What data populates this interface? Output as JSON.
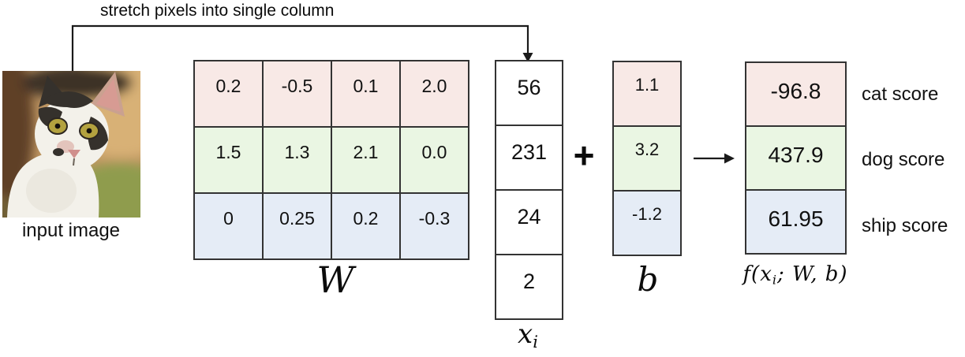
{
  "colors": {
    "pink": "#f8e9e6",
    "green": "#eaf6e3",
    "blue": "#e5ecf6"
  },
  "stretch_label": "stretch pixels into single column",
  "input_image_label": "input image",
  "weight_matrix": {
    "label": "W",
    "rows": [
      {
        "values": [
          "0.2",
          "-0.5",
          "0.1",
          "2.0"
        ]
      },
      {
        "values": [
          "1.5",
          "1.3",
          "2.1",
          "0.0"
        ]
      },
      {
        "values": [
          "0",
          "0.25",
          "0.2",
          "-0.3"
        ]
      }
    ]
  },
  "input_vector": {
    "label_base": "x",
    "label_sub": "i",
    "values": [
      "56",
      "231",
      "24",
      "2"
    ]
  },
  "plus": "+",
  "bias_vector": {
    "label": "b",
    "values": [
      "1.1",
      "3.2",
      "-1.2"
    ]
  },
  "output_vector": {
    "label_pre": "f(x",
    "label_sub": "i",
    "label_post": "; W, b)",
    "values": [
      "-96.8",
      "437.9",
      "61.95"
    ],
    "score_labels": [
      "cat score",
      "dog score",
      "ship score"
    ]
  }
}
